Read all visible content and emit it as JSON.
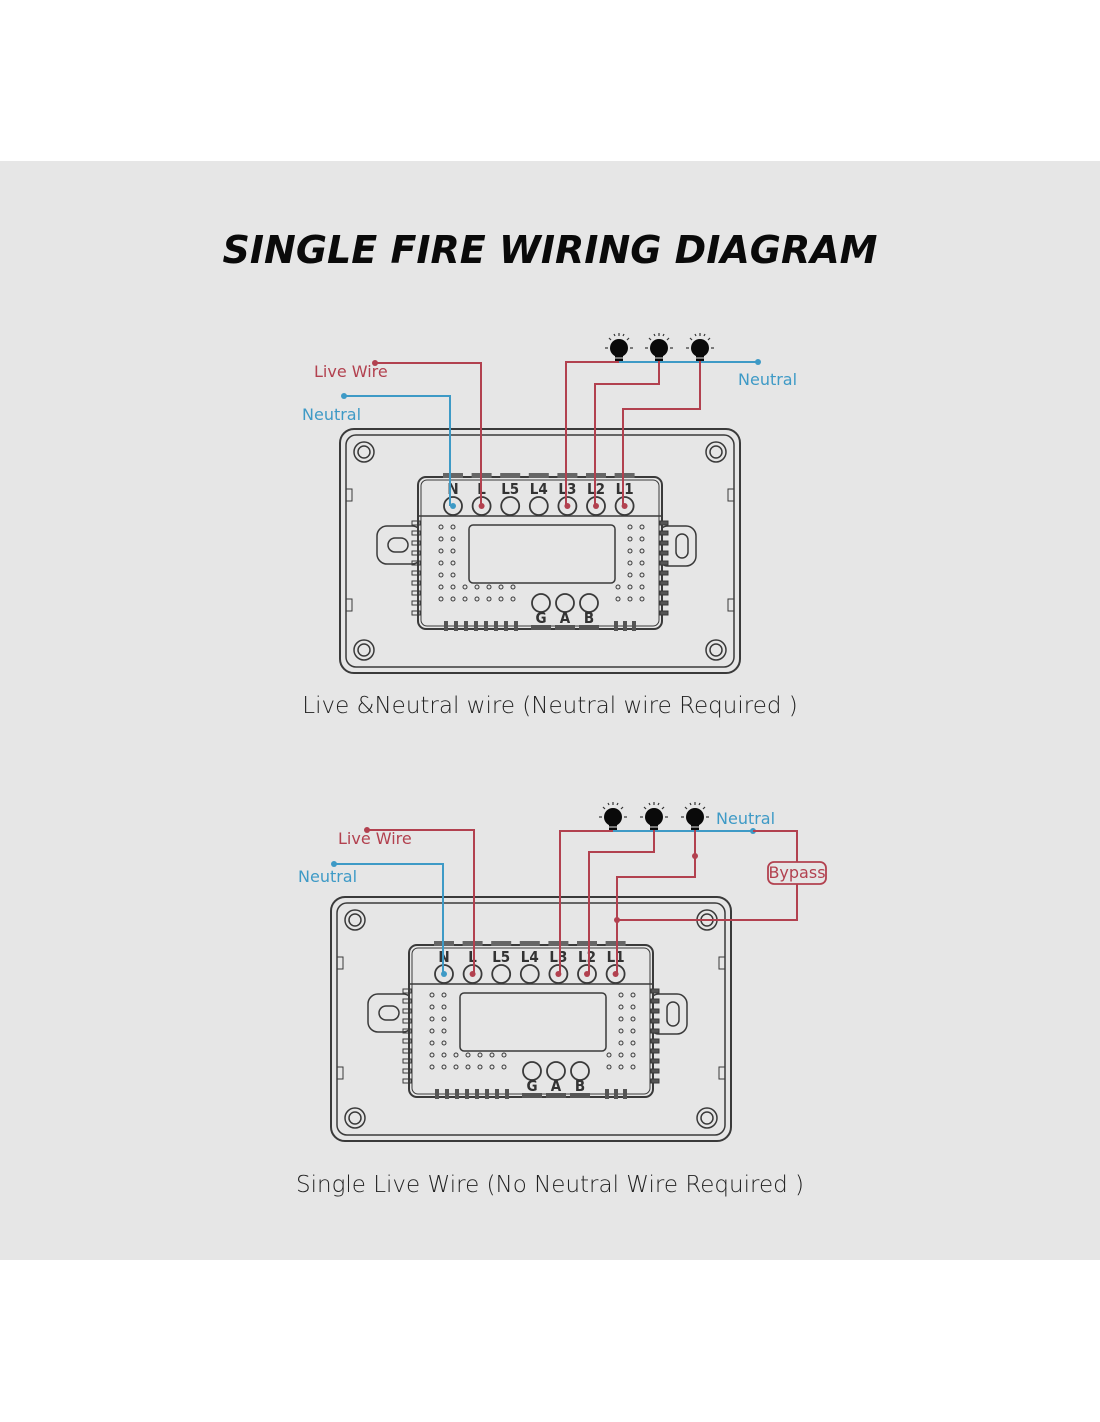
{
  "title": "SINGLE FIRE WIRING DIAGRAM",
  "colors": {
    "live": "#b2414f",
    "neutral": "#3e9ac6",
    "outline": "#3a3a3a",
    "background_band": "#e6e6e6"
  },
  "diagrams": [
    {
      "id": "live-neutral",
      "caption": "Live &Neutral wire (Neutral wire Required )",
      "labels": {
        "live_wire": "Live Wire",
        "neutral_left": "Neutral",
        "neutral_right": "Neutral"
      },
      "terminals": [
        "N",
        "L",
        "L5",
        "L4",
        "L3",
        "L2",
        "L1"
      ],
      "bottom_terminals": [
        "G",
        "A",
        "B"
      ],
      "bulbs": 3,
      "connected": {
        "N": "neutral",
        "L": "live",
        "L3": "live",
        "L2": "live",
        "L1": "live"
      }
    },
    {
      "id": "single-live",
      "caption": "Single Live Wire (No Neutral Wire Required )",
      "labels": {
        "live_wire": "Live Wire",
        "neutral_left": "Neutral",
        "neutral_right": "Neutral",
        "bypass": "Bypass"
      },
      "terminals": [
        "N",
        "L",
        "L5",
        "L4",
        "L3",
        "L2",
        "L1"
      ],
      "bottom_terminals": [
        "G",
        "A",
        "B"
      ],
      "bulbs": 3,
      "connected": {
        "N": "neutral",
        "L": "live",
        "L3": "live",
        "L2": "live",
        "L1": "live"
      }
    }
  ]
}
